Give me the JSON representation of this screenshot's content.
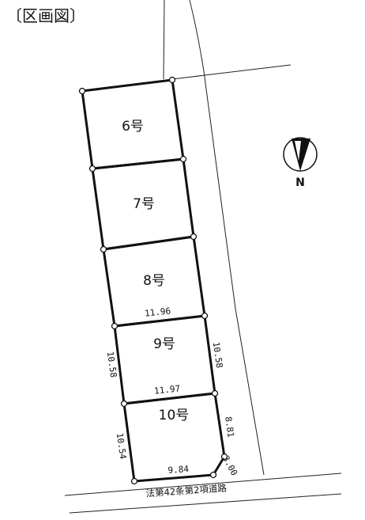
{
  "title": "〔区画図〕",
  "lots": [
    "6号",
    "7号",
    "8号",
    "9号",
    "10号"
  ],
  "dimensions": {
    "lot8_bottom": "11.96",
    "lot9_left": "10.58",
    "lot9_right": "10.58",
    "lot10_top": "11.97",
    "lot10_left": "10.54",
    "lot10_right": "8.81",
    "lot10_corner": "3.00",
    "lot10_bottom": "9.84"
  },
  "road_label": "法第42条第2項道路",
  "compass": {
    "label": "N",
    "icon": "north-arrow-icon"
  }
}
